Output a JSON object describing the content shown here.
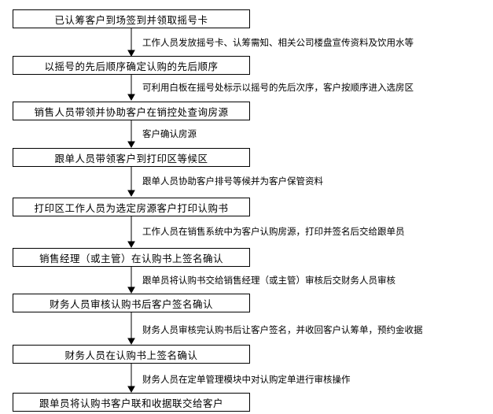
{
  "steps": [
    "已认筹客户到场签到并领取摇号卡",
    "以摇号的先后顺序确定认购的先后顺序",
    "销售人员带领并协助客户在销控处查询房源",
    "跟单人员带领客户到打印区等候区",
    "打印区工作人员为选定房源客户打印认购书",
    "销售经理（或主管）在认购书上签名确认",
    "财务人员审核认购书后客户签名确认",
    "财务人员在认购书上签名确认",
    "跟单员将认购书客户联和收据联交给客户"
  ],
  "notes": [
    "工作人员发放摇号卡、认筹需知、相关公司楼盘宣传资料及饮用水等",
    "可利用白板在摇号处标示以摇号的先后次序，客户按顺序进入选房区",
    "客户确认房源",
    "跟单人员协助客户排号等候并为客户保管资料",
    "工作人员在销售系统中为客户认购房源，打印并签名后交给跟单员",
    "跟单员将认购书交给销售经理（或主管）审核后交财务人员审核",
    "财务人员审核完认购书后让客户签名，并收回客户认筹单，预约金收据",
    "财务人员在定单管理模块中对认购定单进行审核操作"
  ]
}
